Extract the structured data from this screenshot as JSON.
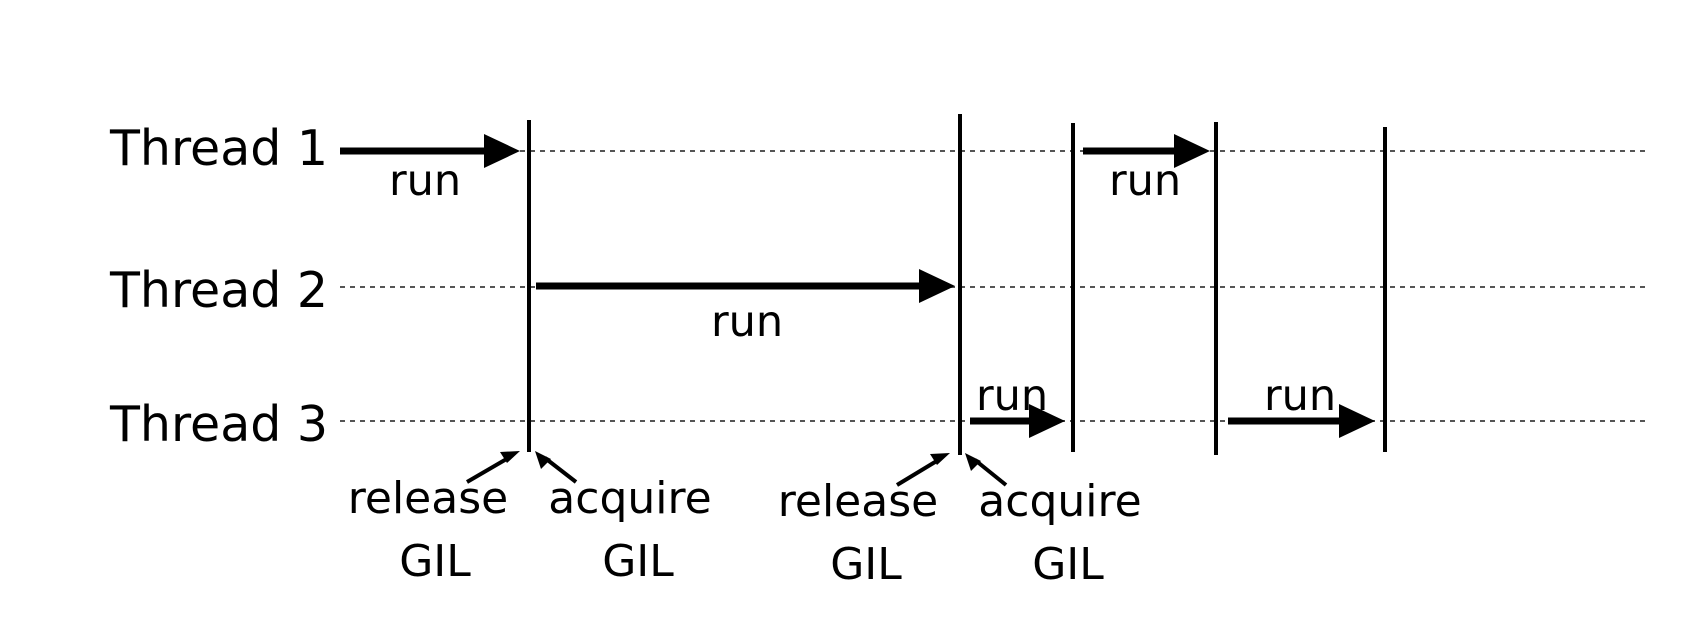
{
  "threads": [
    {
      "label": "Thread 1"
    },
    {
      "label": "Thread 2"
    },
    {
      "label": "Thread 3"
    }
  ],
  "run_label": "run",
  "events": [
    {
      "line1": "release",
      "line2": "GIL"
    },
    {
      "line1": "acquire",
      "line2": "GIL"
    },
    {
      "line1": "release",
      "line2": "GIL"
    },
    {
      "line1": "acquire",
      "line2": "GIL"
    }
  ],
  "colors": {
    "line": "#000000",
    "dotted": "#555555"
  }
}
